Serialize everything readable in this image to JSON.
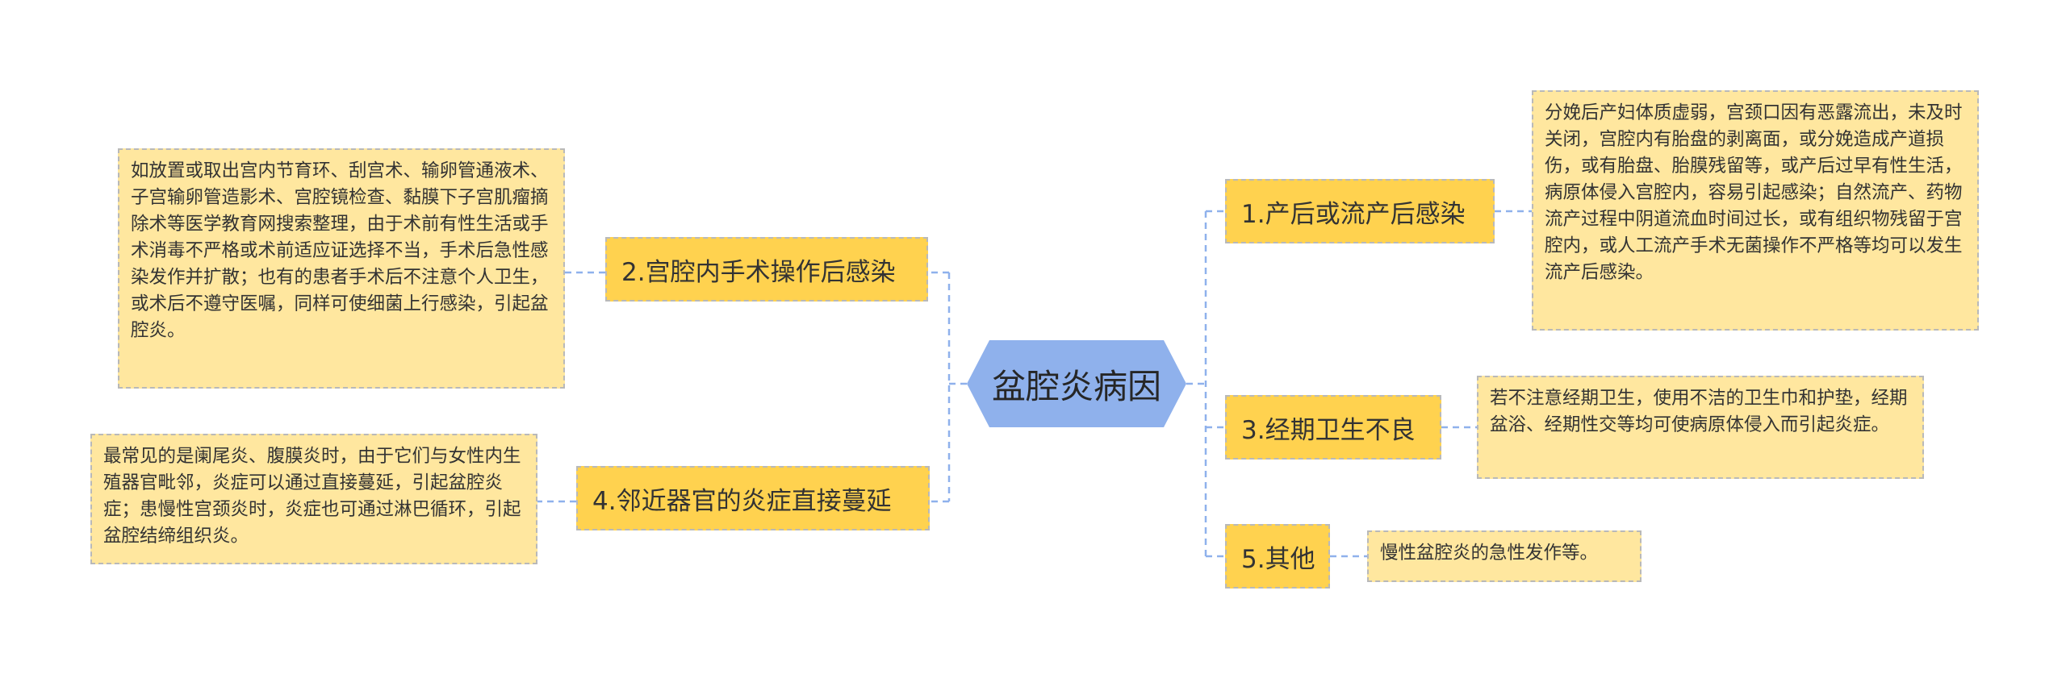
{
  "root": {
    "label": "盆腔炎病因"
  },
  "branches": [
    {
      "label": "1.产后或流产后感染",
      "detail": "分娩后产妇体质虚弱，宫颈口因有恶露流出，未及时关闭，宫腔内有胎盘的剥离面，或分娩造成产道损伤，或有胎盘、胎膜残留等，或产后过早有性生活，病原体侵入宫腔内，容易引起感染；自然流产、药物流产过程中阴道流血时间过长，或有组织物残留于宫腔内，或人工流产手术无菌操作不严格等均可以发生流产后感染。"
    },
    {
      "label": "2.宫腔内手术操作后感染",
      "detail": "如放置或取出宫内节育环、刮宫术、输卵管通液术、子宫输卵管造影术、宫腔镜检查、黏膜下子宫肌瘤摘除术等医学教育网搜索整理，由于术前有性生活或手术消毒不严格或术前适应证选择不当，手术后急性感染发作并扩散；也有的患者手术后不注意个人卫生，或术后不遵守医嘱，同样可使细菌上行感染，引起盆腔炎。"
    },
    {
      "label": "3.经期卫生不良",
      "detail": "若不注意经期卫生，使用不洁的卫生巾和护垫，经期盆浴、经期性交等均可使病原体侵入而引起炎症。"
    },
    {
      "label": "4.邻近器官的炎症直接蔓延",
      "detail": "最常见的是阑尾炎、腹膜炎时，由于它们与女性内生殖器官毗邻，炎症可以通过直接蔓延，引起盆腔炎症；患慢性宫颈炎时，炎症也可通过淋巴循环，引起盆腔结缔组织炎。"
    },
    {
      "label": "5.其他",
      "detail": "慢性盆腔炎的急性发作等。"
    }
  ],
  "colors": {
    "root_fill": "#8fb1ec",
    "branch_fill": "#ffd24f",
    "leaf_fill": "#ffe79f",
    "connector": "#8fb1ec",
    "border": "#b9b9b9"
  }
}
